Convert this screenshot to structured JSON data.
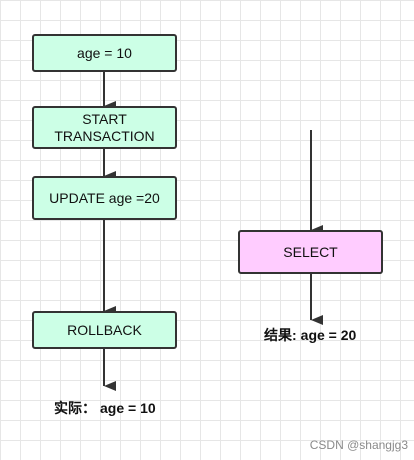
{
  "diagram": {
    "left_flow": {
      "age_box": "age = 10",
      "start_line1": "START",
      "start_line2": "TRANSACTION",
      "update_box": "UPDATE age =20",
      "rollback_box": "ROLLBACK",
      "actual_prefix": "实际：",
      "actual_value": "age = 10"
    },
    "right_flow": {
      "select_box": "SELECT",
      "result_prefix": "结果:",
      "result_value": "age = 20"
    }
  },
  "watermark": "CSDN @shangjg3",
  "colors": {
    "green_box": "#ccffe6",
    "pink_box": "#ffccff",
    "border": "#333333",
    "grid": "#e6e6e6"
  }
}
